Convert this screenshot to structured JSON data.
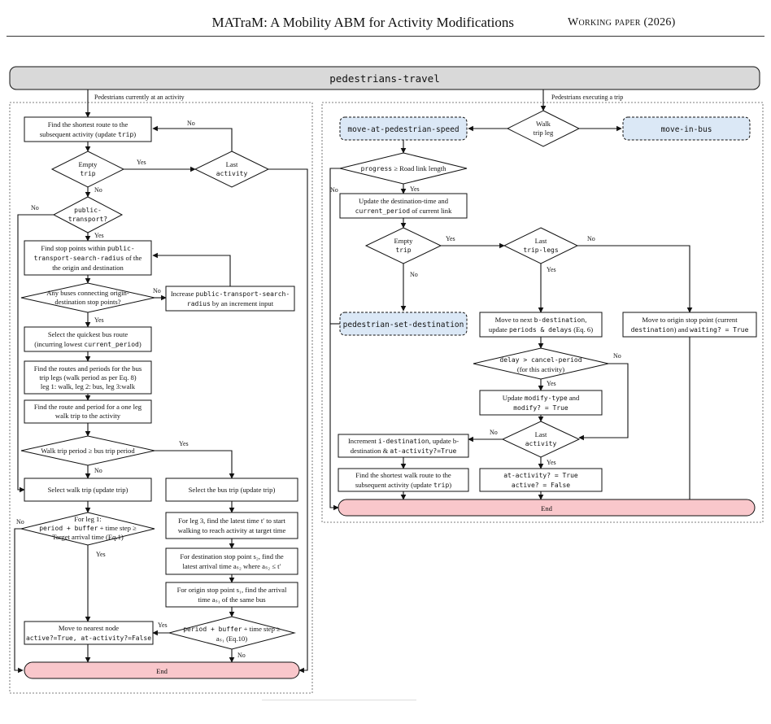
{
  "header": {
    "title": "MATraM: A Mobility ABM for Activity Modifications",
    "paper_label": "Working paper (2026)"
  },
  "flowchart": {
    "root": "pedestrians-travel",
    "left_panel": {
      "label": "Pedestrians currently at an activity",
      "find_shortest_route": {
        "l1_a": "Find the shortest route to the",
        "l2_a": "subsequent activity (update ",
        "l2_code": "trip",
        "l2_b": ")"
      },
      "empty_trip": {
        "l1": "Empty",
        "l2": "trip"
      },
      "last_activity": {
        "l1": "Last",
        "l2": "activity"
      },
      "public_transport": {
        "l1": "public-",
        "l2": "transport?"
      },
      "find_stop_points": {
        "l1_a": "Find stop points within ",
        "l1_code": "public-",
        "l2_code": "transport-search-radius",
        "l2_b": " of the",
        "l3": "the origin and destination"
      },
      "any_buses": {
        "l1": "Any buses connecting origin-",
        "l2": "destination stop points?"
      },
      "increase_radius": {
        "l1_a": "Increase ",
        "l1_code": "public-transport-search-",
        "l2_code": "radius",
        "l2_b": " by an increment input"
      },
      "select_quickest": {
        "l1": "Select the quickest bus route",
        "l2_a": "(incurring lowest ",
        "l2_code": "current_period",
        "l2_b": ")"
      },
      "find_routes_periods": {
        "l1": "Find the routes and periods for the bus",
        "l2": "trip legs (walk period as per Eq. 8)",
        "l3": "leg 1: walk, leg 2: bus, leg 3:walk"
      },
      "find_one_leg": {
        "l1": "Find the route and period for a one leg",
        "l2": "walk trip to the activity"
      },
      "walk_vs_bus": {
        "l1": "Walk trip period ≥ bus trip period"
      },
      "select_walk": {
        "l1": "Select walk trip (update trip)"
      },
      "select_bus": {
        "l1": "Select the bus trip (update trip)"
      },
      "leg1_check": {
        "l1": "For leg 1:",
        "l2_code": "period + buffer",
        "l2_b": " + time step ≥",
        "l3": "Target arrival time (Eq.1)"
      },
      "leg3_latest": {
        "l1": "For leg 3, find the latest time t′ to start",
        "l2": "walking to reach activity at target time"
      },
      "dest_stop": {
        "l1": "For destination stop point s₂, find the",
        "l2": "latest arrival time aₛ₂ where aₛ₂ ≤ t′"
      },
      "origin_stop": {
        "l1": "For origin stop point s₁, find the arrival",
        "l2": "time aₛ₁ of the same bus"
      },
      "period_check": {
        "l1_code": "period + buffer",
        "l1_b": " + time step ≥",
        "l2": "aₛ₁ (Eq.10)"
      },
      "move_nearest": {
        "l1": "Move to nearest node",
        "l2_code": "active?=True, at-activity?=False"
      },
      "end": "End"
    },
    "right_panel": {
      "label": "Pedestrians executing a trip",
      "move_ped_speed": "move-at-pedestrian-speed",
      "walk_trip_leg": {
        "l1": "Walk",
        "l2": "trip leg"
      },
      "move_in_bus": "move-in-bus",
      "progress": {
        "l1_code": "progress",
        "l1_b": " ≥ Road link length"
      },
      "update_dest_time": {
        "l1": "Update the destination-time and",
        "l2_code": "current_period",
        "l2_b": " of current link"
      },
      "empty_trip": {
        "l1": "Empty",
        "l2": "trip"
      },
      "last_trip_legs": {
        "l1": "Last",
        "l2": "trip-legs"
      },
      "ped_set_dest": "pedestrian-set-destination",
      "move_next": {
        "l1_a": "Move to next ",
        "l1_code": "b-destination",
        "l1_b": ",",
        "l2_a": "update ",
        "l2_code": "periods & delays",
        "l2_b": " (Eq. 6)"
      },
      "move_origin": {
        "l1": "Move to origin stop point (current",
        "l2_code1": "destination",
        "l2_b": ") and ",
        "l2_code2": "waiting? = True"
      },
      "delay_check": {
        "l1_code": "delay > cancel-period",
        "l2": "(for this activity)"
      },
      "update_modify": {
        "l1_a": "Update ",
        "l1_code": "modify-type",
        "l1_b": " and",
        "l2_code": "modify? = True"
      },
      "last_activity": {
        "l1": "Last",
        "l2": "activity"
      },
      "increment": {
        "l1_a": "Increment ",
        "l1_code": "i-destination",
        "l1_b": ", update b-",
        "l2_a": "destination & ",
        "l2_code": "at-activity?=True"
      },
      "find_walk_route": {
        "l1": "Find the shortest walk route to the",
        "l2_a": "subsequent activity (update ",
        "l2_code": "trip",
        "l2_b": ")"
      },
      "at_activity": {
        "l1_code": "at-activity? = True",
        "l2_code": "active? = False"
      },
      "end": "End"
    },
    "edge_labels": {
      "yes": "Yes",
      "no": "No"
    }
  },
  "colors": {
    "root_fill": "#d9d9d9",
    "end_fill": "#f9c7cb",
    "proc_fill": "#dbe8f6",
    "stroke": "#111111"
  }
}
